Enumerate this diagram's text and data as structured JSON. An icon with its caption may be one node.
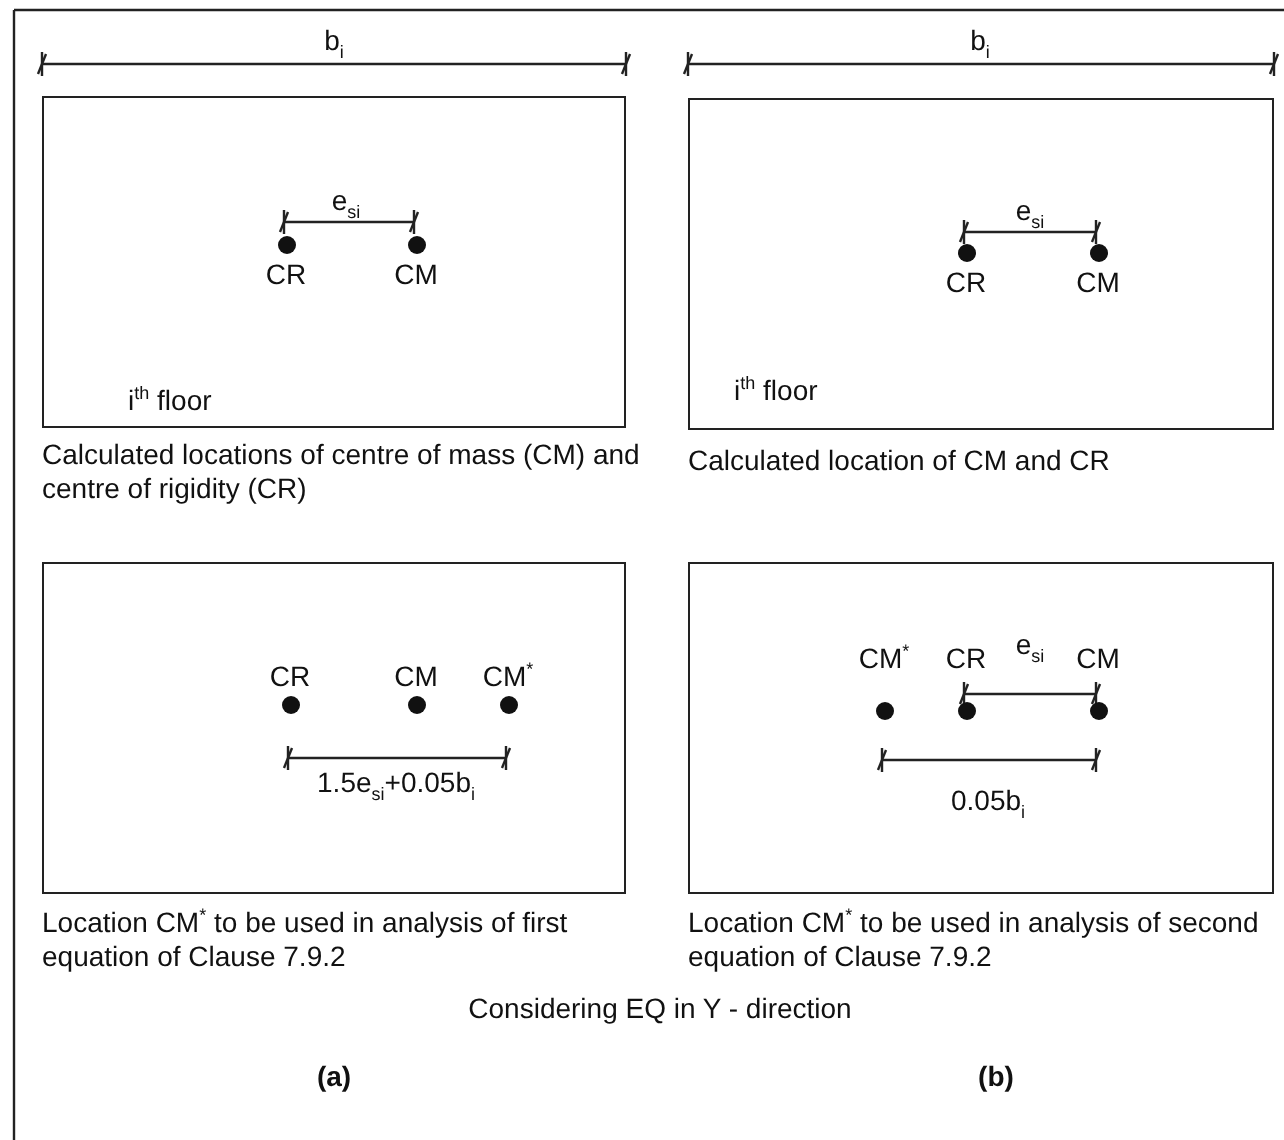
{
  "diagram": {
    "caption": "Considering EQ in Y - direction",
    "nodes": [
      {
        "text": [
          "i$^{th}$ floor"
        ],
        "beside": [
          "Calculated locations of centre of mass (CM) and centre of rigidity (CR)"
        ]
      },
      {
        "text": [
          "CR"
        ],
        "in": 0
      },
      {
        "text": [
          "CM"
        ],
        "in": 0
      },
      {
        "text": [
          "i$^{th}$ floor"
        ],
        "beside": [
          "Calculated location of CM and CR"
        ]
      },
      {
        "text": [
          "CR"
        ],
        "in": 3
      },
      {
        "text": [
          "CM"
        ],
        "in": 3
      },
      {
        "text": [],
        "shape": "box",
        "beside": [
          "Location CM$^{*}$ to be used in analysis of first equation of Clause 7.9.2"
        ]
      },
      {
        "text": [
          "CR"
        ],
        "in": 6
      },
      {
        "text": [
          "CM"
        ],
        "in": 6
      },
      {
        "text": [
          "CM$^{*}$"
        ],
        "in": 6
      },
      {
        "text": [],
        "shape": "box",
        "beside": [
          "Location CM$^{*}$ to be used in analysis of second equation of Clause  7.9.2"
        ]
      },
      {
        "text": [
          "CM$^{*}$"
        ],
        "in": 10
      },
      {
        "text": [
          "CR"
        ],
        "in": 10
      },
      {
        "text": [
          "CM"
        ],
        "in": 10
      }
    ],
    "edges": [],
    "labels": [
      "b$_{i}$",
      "b$_{i}$",
      "e$_{si}$",
      "e$_{si}$",
      "1.5e$_{si}$+0.05b$_{i}$",
      "e$_{si}$",
      "0.05b$_{i}$",
      "(a)",
      "(b)"
    ]
  }
}
